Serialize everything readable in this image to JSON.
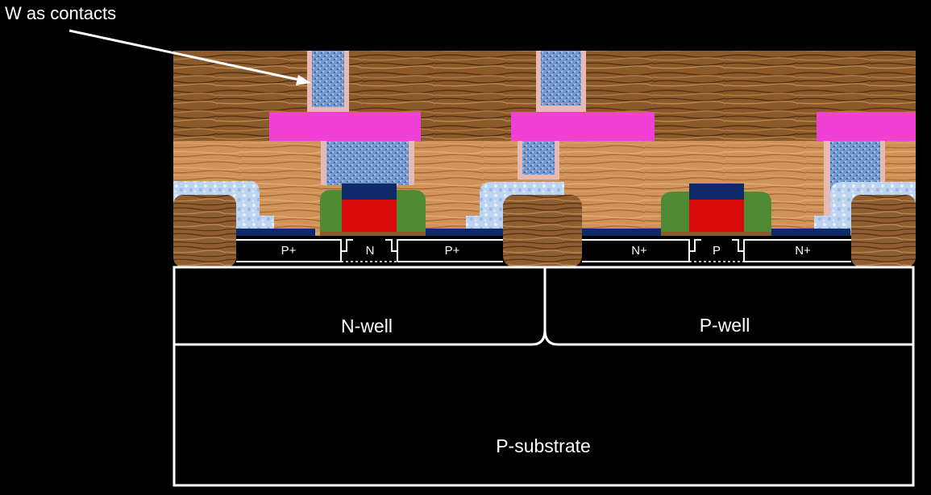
{
  "callout": {
    "text": "W as contacts"
  },
  "regions": {
    "nwell": "N-well",
    "pwell": "P-well",
    "substrate": "P-substrate"
  },
  "doping": {
    "pmos_source": "P+",
    "pmos_channel": "N",
    "pmos_drain": "P+",
    "nmos_source": "N+",
    "nmos_channel": "P",
    "nmos_drain": "N+"
  },
  "colors": {
    "background": "#000000",
    "outline": "#ffffff",
    "wood_dark": "#7a4a22",
    "wood_light": "#c98d55",
    "tungsten": "#6f94c8",
    "liner": "#e7b9b4",
    "metal": "#f040d6",
    "gate_poly": "#d80a0a",
    "gate_cap": "#0f2a6b",
    "spacer": "#4f8a34",
    "diffusion": "#0c2a6a",
    "silicide": "#b9d2ee"
  }
}
